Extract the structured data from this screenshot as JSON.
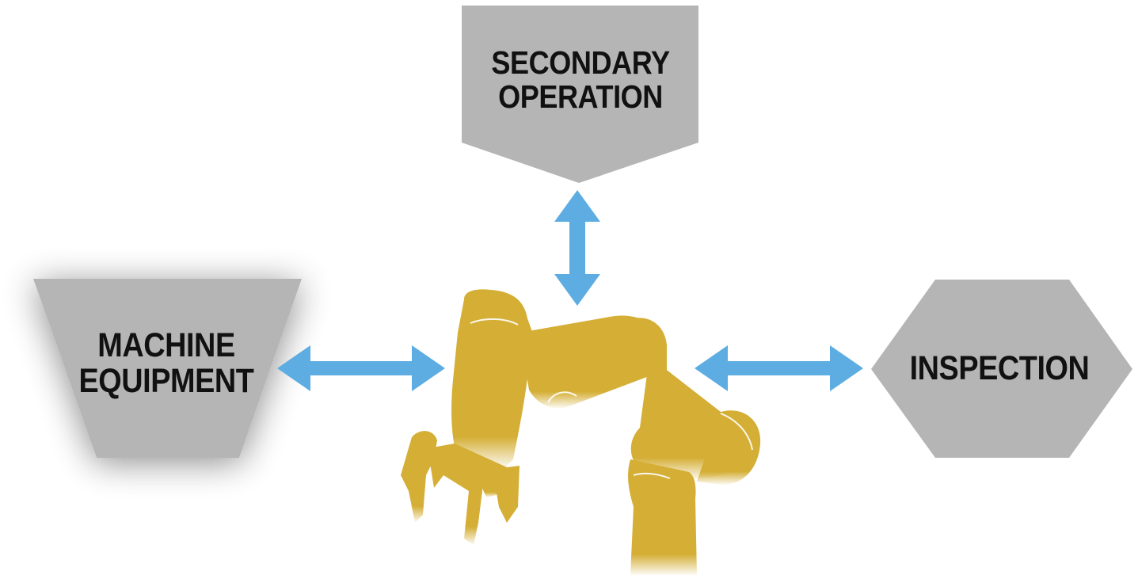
{
  "nodes": {
    "secondary_operation": {
      "line1": "SECONDARY",
      "line2": "OPERATION"
    },
    "machine_equipment": {
      "line1": "MACHINE",
      "line2": "EQUIPMENT"
    },
    "inspection": {
      "line1": "INSPECTION"
    }
  },
  "colors": {
    "node_fill": "#b5b5b5",
    "arrow": "#5dade2",
    "robot": "#d4ae35",
    "text": "#111111"
  },
  "icons": {
    "center": "robot-arm-icon",
    "arrows": "double-arrow-icon"
  }
}
